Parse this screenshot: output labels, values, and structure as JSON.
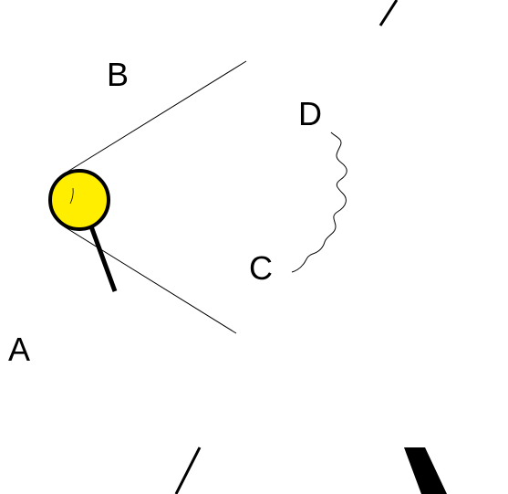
{
  "diagram": {
    "labels": {
      "a": "A",
      "b": "B",
      "c": "C",
      "d": "D"
    },
    "colors": {
      "background": "#ffffff",
      "stroke": "#000000",
      "lens_fill": "#ffee00"
    }
  }
}
